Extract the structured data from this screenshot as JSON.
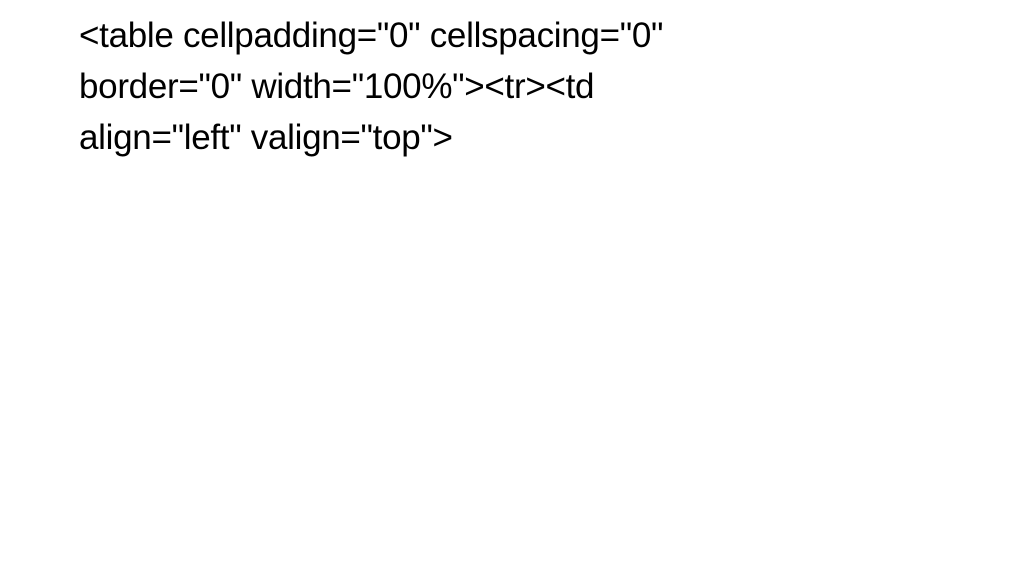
{
  "slide": {
    "background": "#ffffff",
    "text_color": "#000000",
    "lines": [
      "<table cellpadding=\"0\" cellspacing=\"0\"",
      "border=\"0\" width=\"100%\"><tr><td",
      "align=\"left\" valign=\"top\">"
    ]
  }
}
